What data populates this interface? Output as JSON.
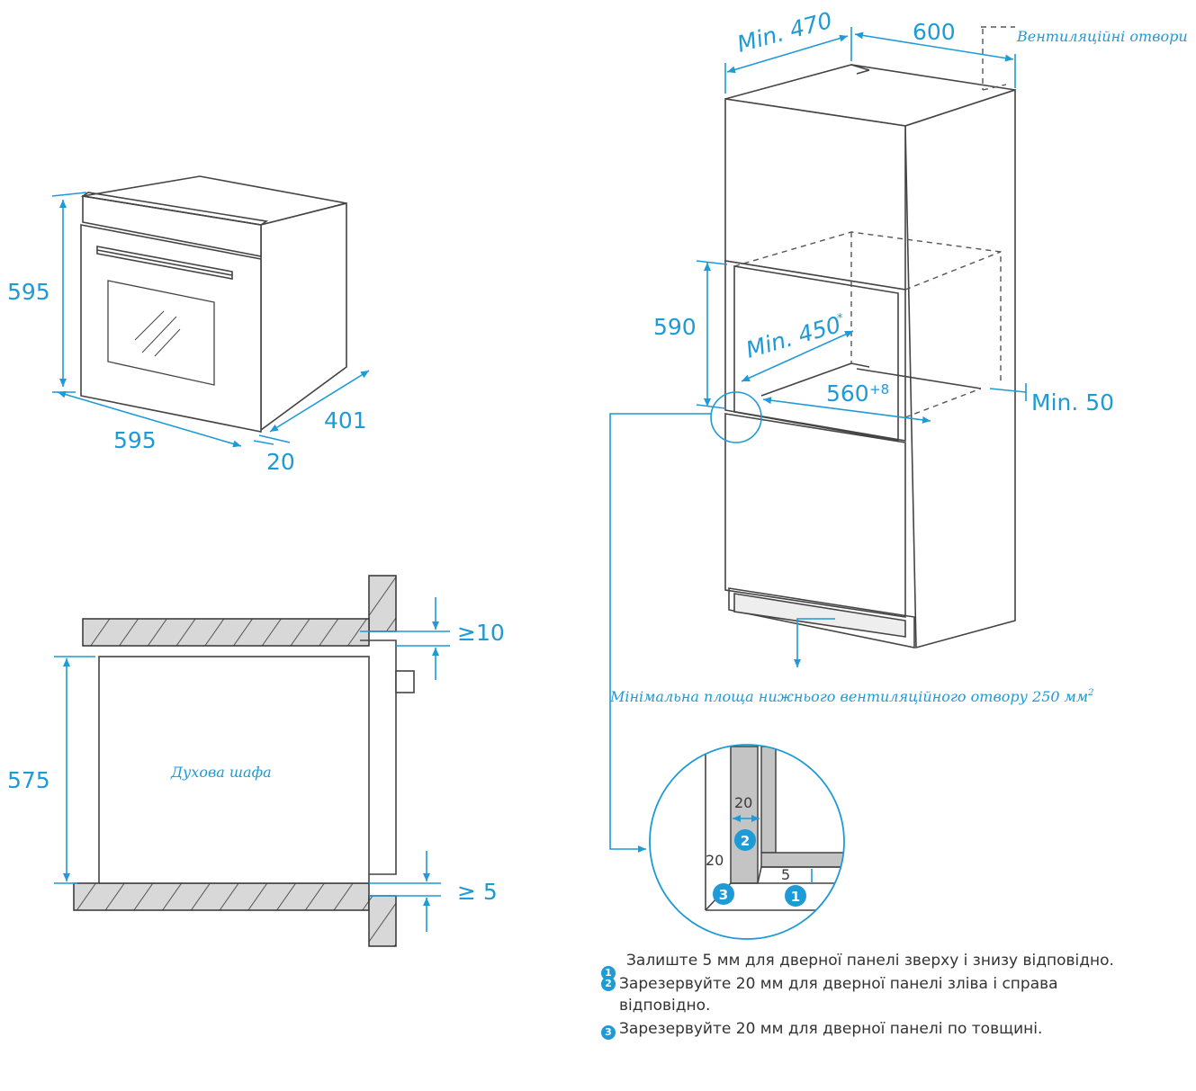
{
  "oven_iso": {
    "height": "595",
    "width": "595",
    "depth": "401",
    "panel": "20"
  },
  "cabinet": {
    "depth_min": "Min. 470",
    "depth": "600",
    "vent_label": "Вентиляційні отвори",
    "niche_height": "590",
    "niche_depth_min": "Min. 450",
    "niche_depth_mark": "*",
    "niche_width": "560",
    "niche_width_tol": "+8",
    "back_gap_min": "Min. 50",
    "bottom_vent_note": "Мінімальна площа нижнього вентиляційного отвору 250 мм",
    "bottom_vent_sup": "2"
  },
  "section": {
    "top_gap": "≥10",
    "height": "575",
    "label": "Духова шафа",
    "bottom_gap": "≥ 5"
  },
  "detail": {
    "thickness_top": "20",
    "thickness_side": "20",
    "gap": "5",
    "marker1": "1",
    "marker2": "2",
    "marker3": "3"
  },
  "legend": [
    {
      "num": "1",
      "text": "Залиште 5 мм для дверної панелі зверху і знизу відповідно."
    },
    {
      "num": "2",
      "text": "Зарезервуйте 20 мм для дверної панелі зліва і справа відповідно."
    },
    {
      "num": "3",
      "text": "Зарезервуйте 20 мм для дверної панелі по товщині."
    }
  ],
  "colors": {
    "accent": "#1e9ad6",
    "line": "#444444"
  }
}
